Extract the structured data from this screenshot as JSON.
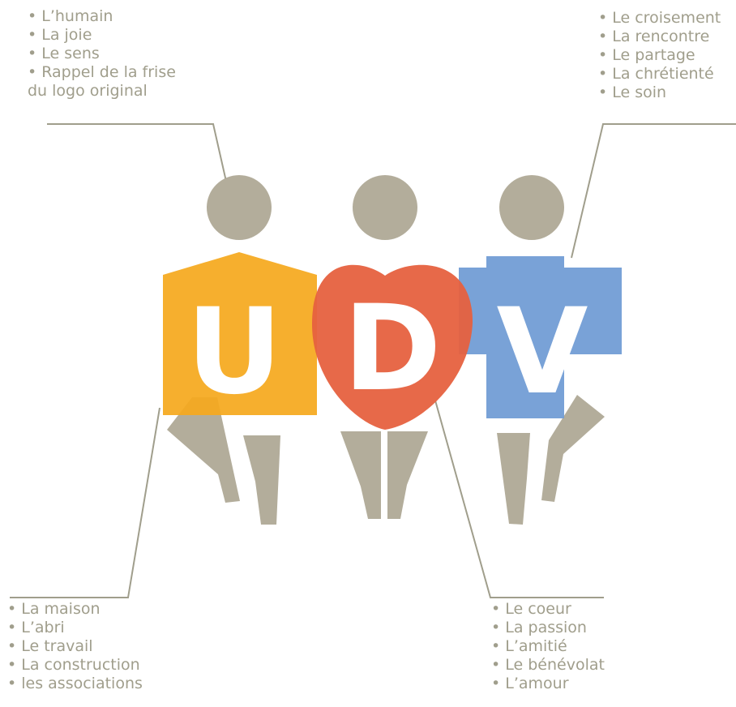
{
  "logo": {
    "letters": [
      "U",
      "D",
      "V"
    ],
    "colors": {
      "figure": "#b3ad9b",
      "house": "#f5a91e",
      "heart": "#e6613f",
      "cross": "#6f9bd4",
      "label_text": "#a09e8c",
      "leader_line": "#a09e8c"
    }
  },
  "annotations": {
    "top_left": {
      "items": [
        "• L’humain",
        "• La joie",
        "• Le sens",
        "• Rappel de la frise",
        "du logo original"
      ]
    },
    "top_right": {
      "items": [
        "• Le croisement",
        "• La rencontre",
        "• Le partage",
        "• La chrétienté",
        "• Le soin"
      ]
    },
    "bottom_left": {
      "items": [
        "• La maison",
        "• L’abri",
        "• Le travail",
        "• La construction",
        "• les associations"
      ]
    },
    "bottom_right": {
      "items": [
        "• Le coeur",
        "• La passion",
        "• L’amitié",
        "• Le bénévolat",
        "• L’amour"
      ]
    }
  }
}
